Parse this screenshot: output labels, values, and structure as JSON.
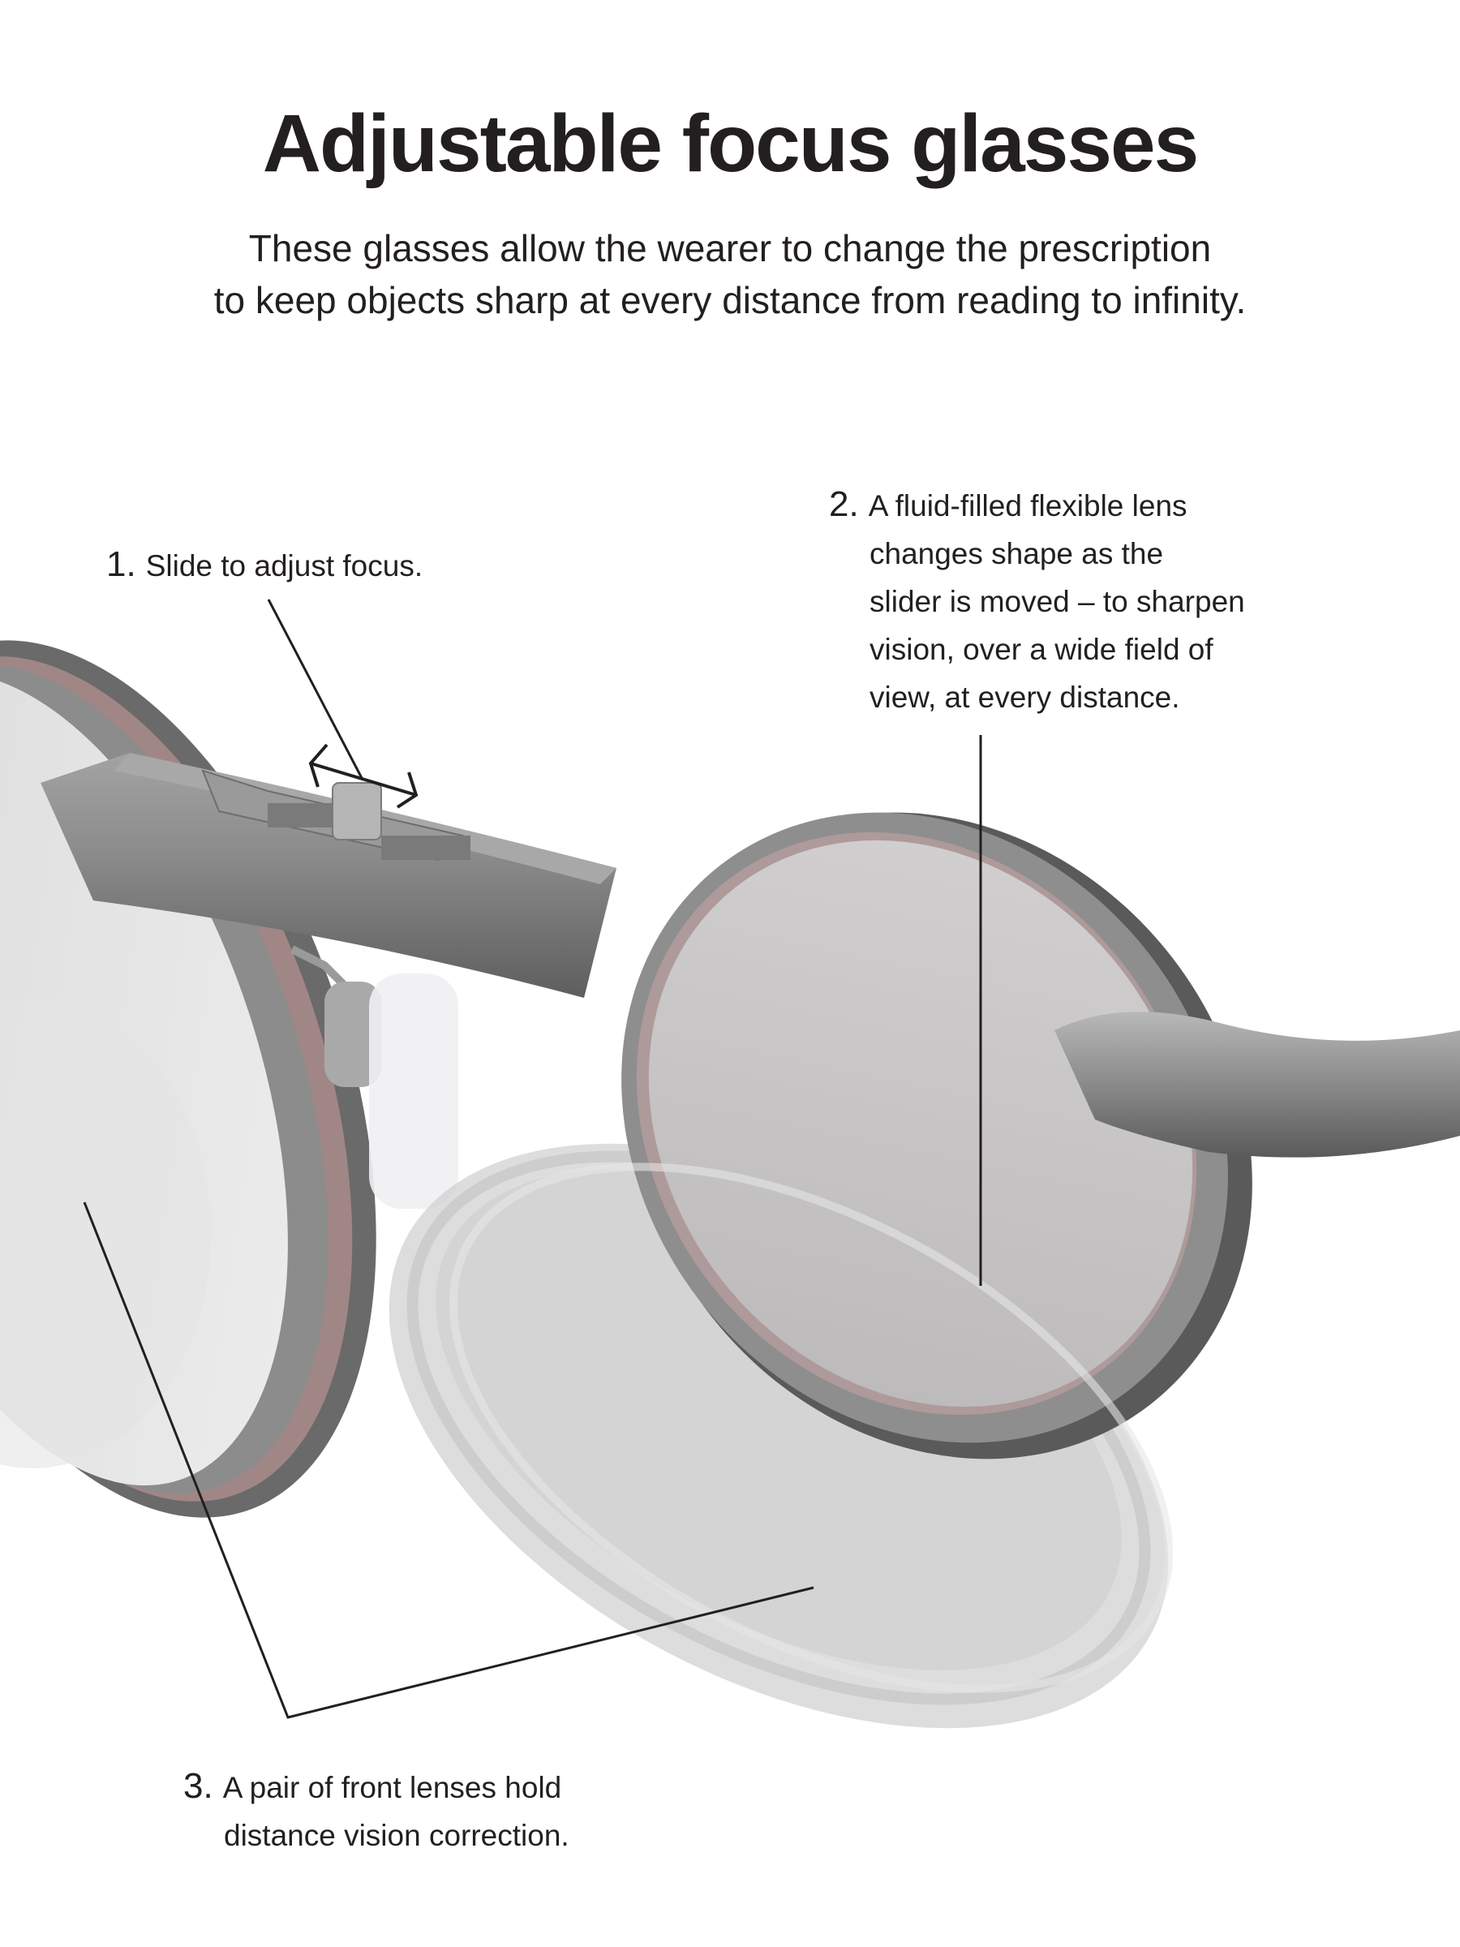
{
  "header": {
    "title": "Adjustable focus glasses",
    "subtitle_lines": [
      "These glasses allow the wearer to change the prescription",
      "to keep objects sharp at every distance from reading to infinity."
    ]
  },
  "callouts": [
    {
      "number": "1.",
      "lines": [
        "Slide to adjust focus."
      ]
    },
    {
      "number": "2.",
      "lines": [
        "A fluid-filled flexible lens",
        "changes shape as the",
        "slider is moved – to sharpen",
        "vision, over a wide field of",
        "view, at every distance."
      ]
    },
    {
      "number": "3.",
      "lines": [
        "A pair of front lenses hold",
        "distance vision correction."
      ]
    }
  ],
  "illustration": {
    "subject": "glasses-illustration",
    "parts": [
      "bridge-slider",
      "left-lens",
      "right-lens",
      "front-lens",
      "temple-arm",
      "nose-pad"
    ],
    "colors": {
      "frame": "#8a8a8a",
      "frame_dark": "#5e5e5e",
      "lens": "#c9c8c8",
      "front_lens": "#dcdcdc",
      "accent_ring": "#c79a9a",
      "leader_line": "#231f20"
    }
  }
}
